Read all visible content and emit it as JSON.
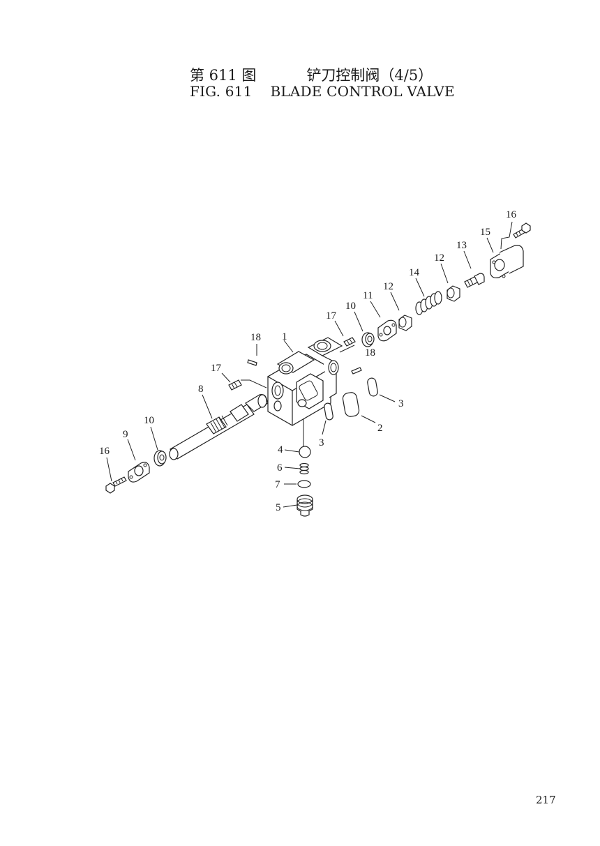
{
  "header": {
    "cn_fig": "第 611 图",
    "cn_title": "铲刀控制阀（4/5）",
    "en_fig": "FIG. 611",
    "en_title": "BLADE CONTROL VALVE"
  },
  "callouts": {
    "c1": "1",
    "c2": "2",
    "c3a": "3",
    "c3b": "3",
    "c4": "4",
    "c5": "5",
    "c6": "6",
    "c7": "7",
    "c8": "8",
    "c9": "9",
    "c10a": "10",
    "c10b": "10",
    "c11": "11",
    "c12a": "12",
    "c12b": "12",
    "c13": "13",
    "c14": "14",
    "c15": "15",
    "c16a": "16",
    "c16b": "16",
    "c17a": "17",
    "c17b": "17",
    "c18a": "18",
    "c18b": "18"
  },
  "page_number": "217"
}
